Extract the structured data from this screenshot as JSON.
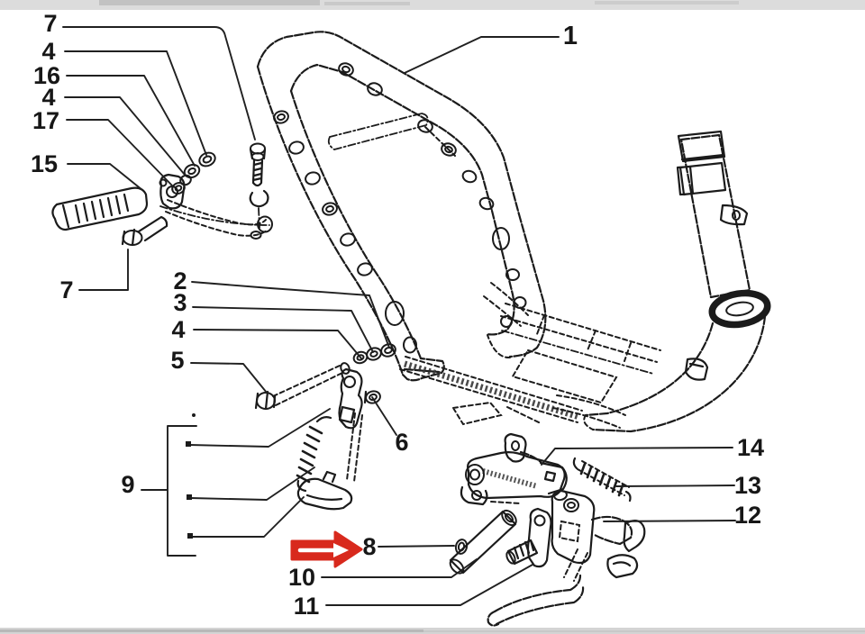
{
  "diagram": {
    "type": "exploded-parts-diagram",
    "colors": {
      "background": "#ffffff",
      "ink": "#1b1b1b",
      "highlight_red": "#d8291d",
      "scan_bar": "#dcdcdc"
    },
    "callouts": [
      {
        "label": "1"
      },
      {
        "label": "7"
      },
      {
        "label": "4"
      },
      {
        "label": "16"
      },
      {
        "label": "4"
      },
      {
        "label": "17"
      },
      {
        "label": "15"
      },
      {
        "label": "7"
      },
      {
        "label": "2"
      },
      {
        "label": "3"
      },
      {
        "label": "4"
      },
      {
        "label": "5"
      },
      {
        "label": "6"
      },
      {
        "label": "9"
      },
      {
        "label": "8"
      },
      {
        "label": "10"
      },
      {
        "label": "11"
      },
      {
        "label": "14"
      },
      {
        "label": "13"
      },
      {
        "label": "12"
      }
    ],
    "highlight_arrow": {
      "shape": "block-arrow-right",
      "color": "#d8291d",
      "points_to_label": "8"
    }
  }
}
